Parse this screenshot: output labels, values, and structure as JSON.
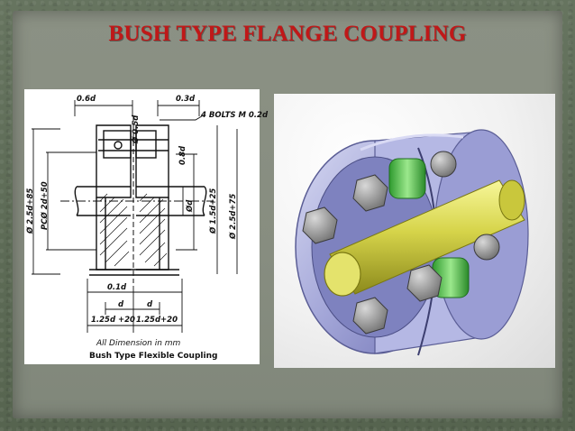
{
  "slide": {
    "title": "BUSH TYPE FLANGE COUPLING"
  },
  "drawing": {
    "dims": {
      "top_left": "0.6d",
      "top_right": "0.3d",
      "bolt_dia": "Ø 0.5d",
      "bolts": "4 BOLTS  M 0.2d",
      "bolt_len": "0.8d",
      "outer_dia": "Ø 2.5d+85",
      "pcd": "PCØ 2d+50",
      "hub_dia": "Ø 1.5d+25",
      "flange_dia": "Ø 2.5d+75",
      "bore": "Ød",
      "gap": "0.1d",
      "d_left": "d",
      "d_right": "d",
      "hub_left": "1.25d +20",
      "hub_right": "1.25d+20"
    },
    "caption_1": "All Dimension in mm",
    "caption_2": "Bush Type Flexible Coupling"
  }
}
